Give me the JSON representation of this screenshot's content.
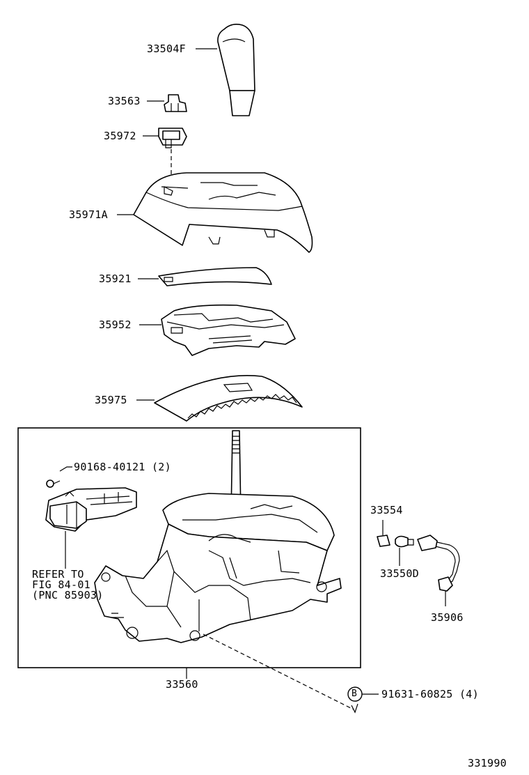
{
  "labels": {
    "p33504F": "33504F",
    "p33563": "33563",
    "p35972": "35972",
    "p35971A": "35971A",
    "p35921": "35921",
    "p35952": "35952",
    "p35975": "35975",
    "p90168": "90168-40121 (2)",
    "refer_line1": "REFER TO",
    "refer_line2": "FIG 84-01",
    "refer_line3": "(PNC 85903)",
    "p33554": "33554",
    "p33550D": "33550D",
    "p35906": "35906",
    "p33560": "33560",
    "badge_b": "B",
    "p91631": "91631-60825 (4)",
    "figure_number": "331990"
  }
}
